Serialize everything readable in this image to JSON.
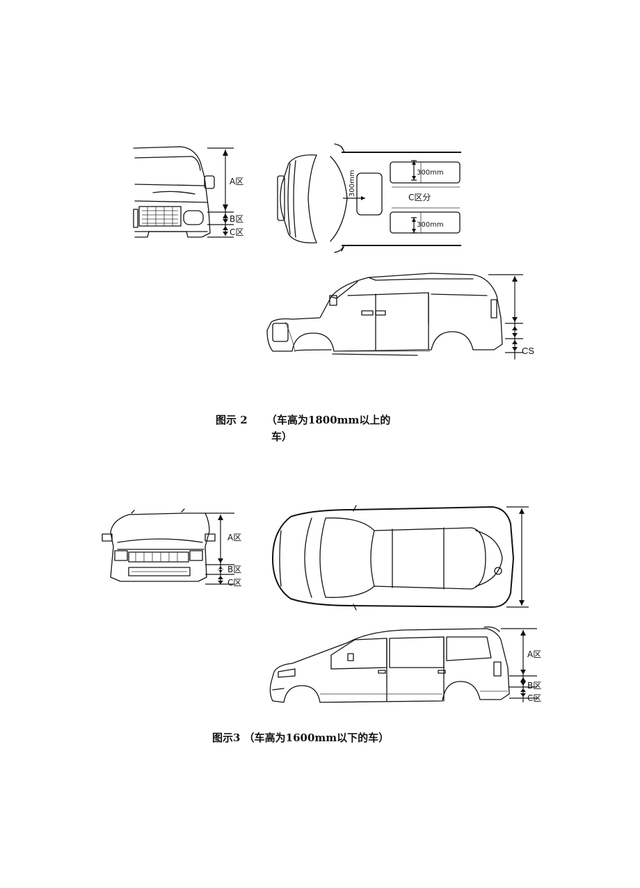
{
  "figure2": {
    "front_labels": {
      "a": "A区",
      "b": "B区",
      "c": "C区"
    },
    "top_labels": {
      "dim_top": "300mm",
      "dim_vertical": "300mm",
      "zone": "C区分",
      "dim_bottom": "300mm"
    },
    "side_labels": {
      "cs": "CS"
    },
    "caption_part1": "图示  2",
    "caption_part2": "（车高为1800mm以上的",
    "caption_part3": "车）"
  },
  "figure3": {
    "front_labels": {
      "a": "A区",
      "b": "B区",
      "c": "C区"
    },
    "side_labels": {
      "a": "A区",
      "b": "B区",
      "c": "C区"
    },
    "caption": "图示3 （车高为1600mm以下的车）"
  }
}
